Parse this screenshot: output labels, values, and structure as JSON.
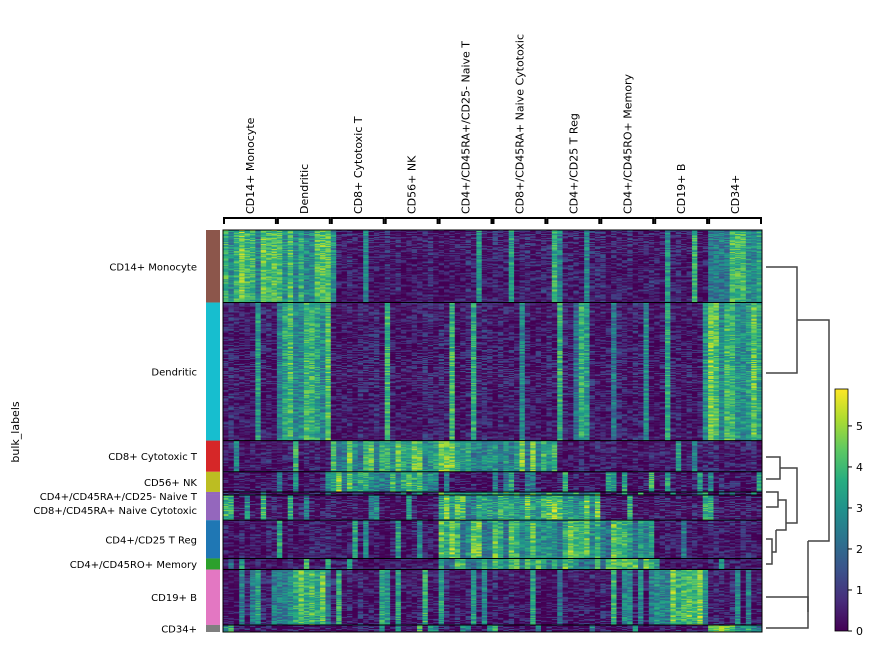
{
  "chart_data": {
    "type": "heatmap",
    "title": "",
    "ylabel": "bulk_labels",
    "xlabel": "",
    "colormap": "viridis",
    "colorbar": {
      "min": 0,
      "max": 5.9,
      "ticks": [
        "0",
        "1",
        "2",
        "3",
        "4",
        "5"
      ]
    },
    "column_groups": [
      {
        "label": "CD14+ Monocyte",
        "ncols": 10
      },
      {
        "label": "Dendritic",
        "ncols": 10
      },
      {
        "label": "CD8+ Cytotoxic T",
        "ncols": 10
      },
      {
        "label": "CD56+ NK",
        "ncols": 10
      },
      {
        "label": "CD4+/CD45RA+/CD25- Naive T",
        "ncols": 10
      },
      {
        "label": "CD8+/CD45RA+ Naive Cytotoxic",
        "ncols": 10
      },
      {
        "label": "CD4+/CD25 T Reg",
        "ncols": 10
      },
      {
        "label": "CD4+/CD45RO+ Memory",
        "ncols": 10
      },
      {
        "label": "CD19+ B",
        "ncols": 10
      },
      {
        "label": "CD34+",
        "ncols": 10
      }
    ],
    "row_groups": [
      {
        "label": "CD14+ Monocyte",
        "color": "#8c564b",
        "size": 72,
        "hi": [
          0,
          1,
          9
        ]
      },
      {
        "label": "Dendritic",
        "color": "#17becf",
        "size": 137,
        "hi": [
          1,
          9
        ]
      },
      {
        "label": "CD8+ Cytotoxic T",
        "color": "#d62728",
        "size": 31,
        "hi": [
          2,
          3,
          4,
          5
        ]
      },
      {
        "label": "CD56+ NK",
        "color": "#bcbd22",
        "size": 20,
        "hi": [
          2,
          3
        ]
      },
      {
        "label": "CD4+/CD45RA+/CD25- Naive T",
        "color": "#9467bd",
        "size": 3,
        "hi": [
          4,
          5,
          6
        ]
      },
      {
        "label": "CD8+/CD45RA+ Naive Cytotoxic",
        "color": "#9467bd",
        "size": 25,
        "hi": [
          4,
          5,
          6
        ]
      },
      {
        "label": "CD4+/CD25 T Reg",
        "color": "#1f77b4",
        "size": 38,
        "hi": [
          4,
          5,
          6,
          7
        ]
      },
      {
        "label": "CD4+/CD45RO+ Memory",
        "color": "#2ca02c",
        "size": 11,
        "hi": [
          4,
          5,
          6,
          7
        ]
      },
      {
        "label": "CD19+ B",
        "color": "#e377c2",
        "size": 55,
        "hi": [
          1,
          8
        ]
      },
      {
        "label": "CD34+",
        "color": "#7f7f7f",
        "size": 7,
        "hi": [
          9
        ]
      }
    ]
  }
}
